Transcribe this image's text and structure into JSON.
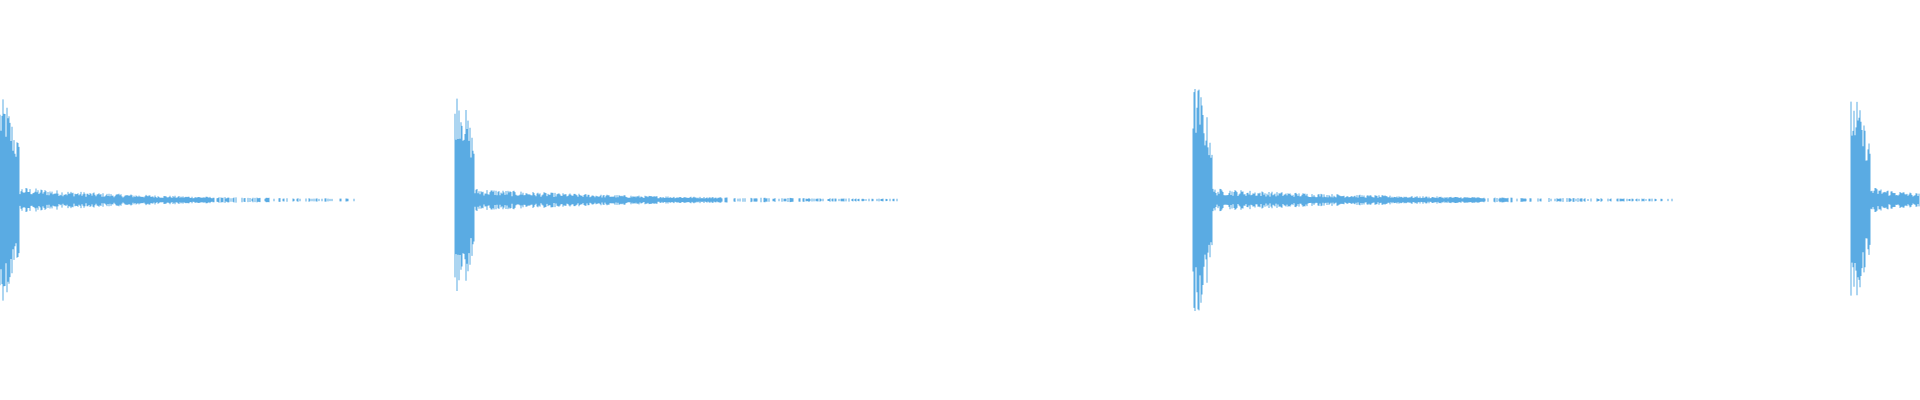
{
  "waveform": {
    "color": "#5aabe3",
    "background": "#ffffff",
    "transients": [
      {
        "peak_up": 0.72,
        "peak_down": 0.72,
        "decay_amp": 0.09
      },
      {
        "peak_up": 0.78,
        "peak_down": 0.7,
        "decay_amp": 0.08
      },
      {
        "peak_up": 0.82,
        "peak_down": 0.82,
        "decay_amp": 0.08
      },
      {
        "peak_up": 0.72,
        "peak_down": 0.7,
        "decay_amp": 0.09
      }
    ]
  }
}
